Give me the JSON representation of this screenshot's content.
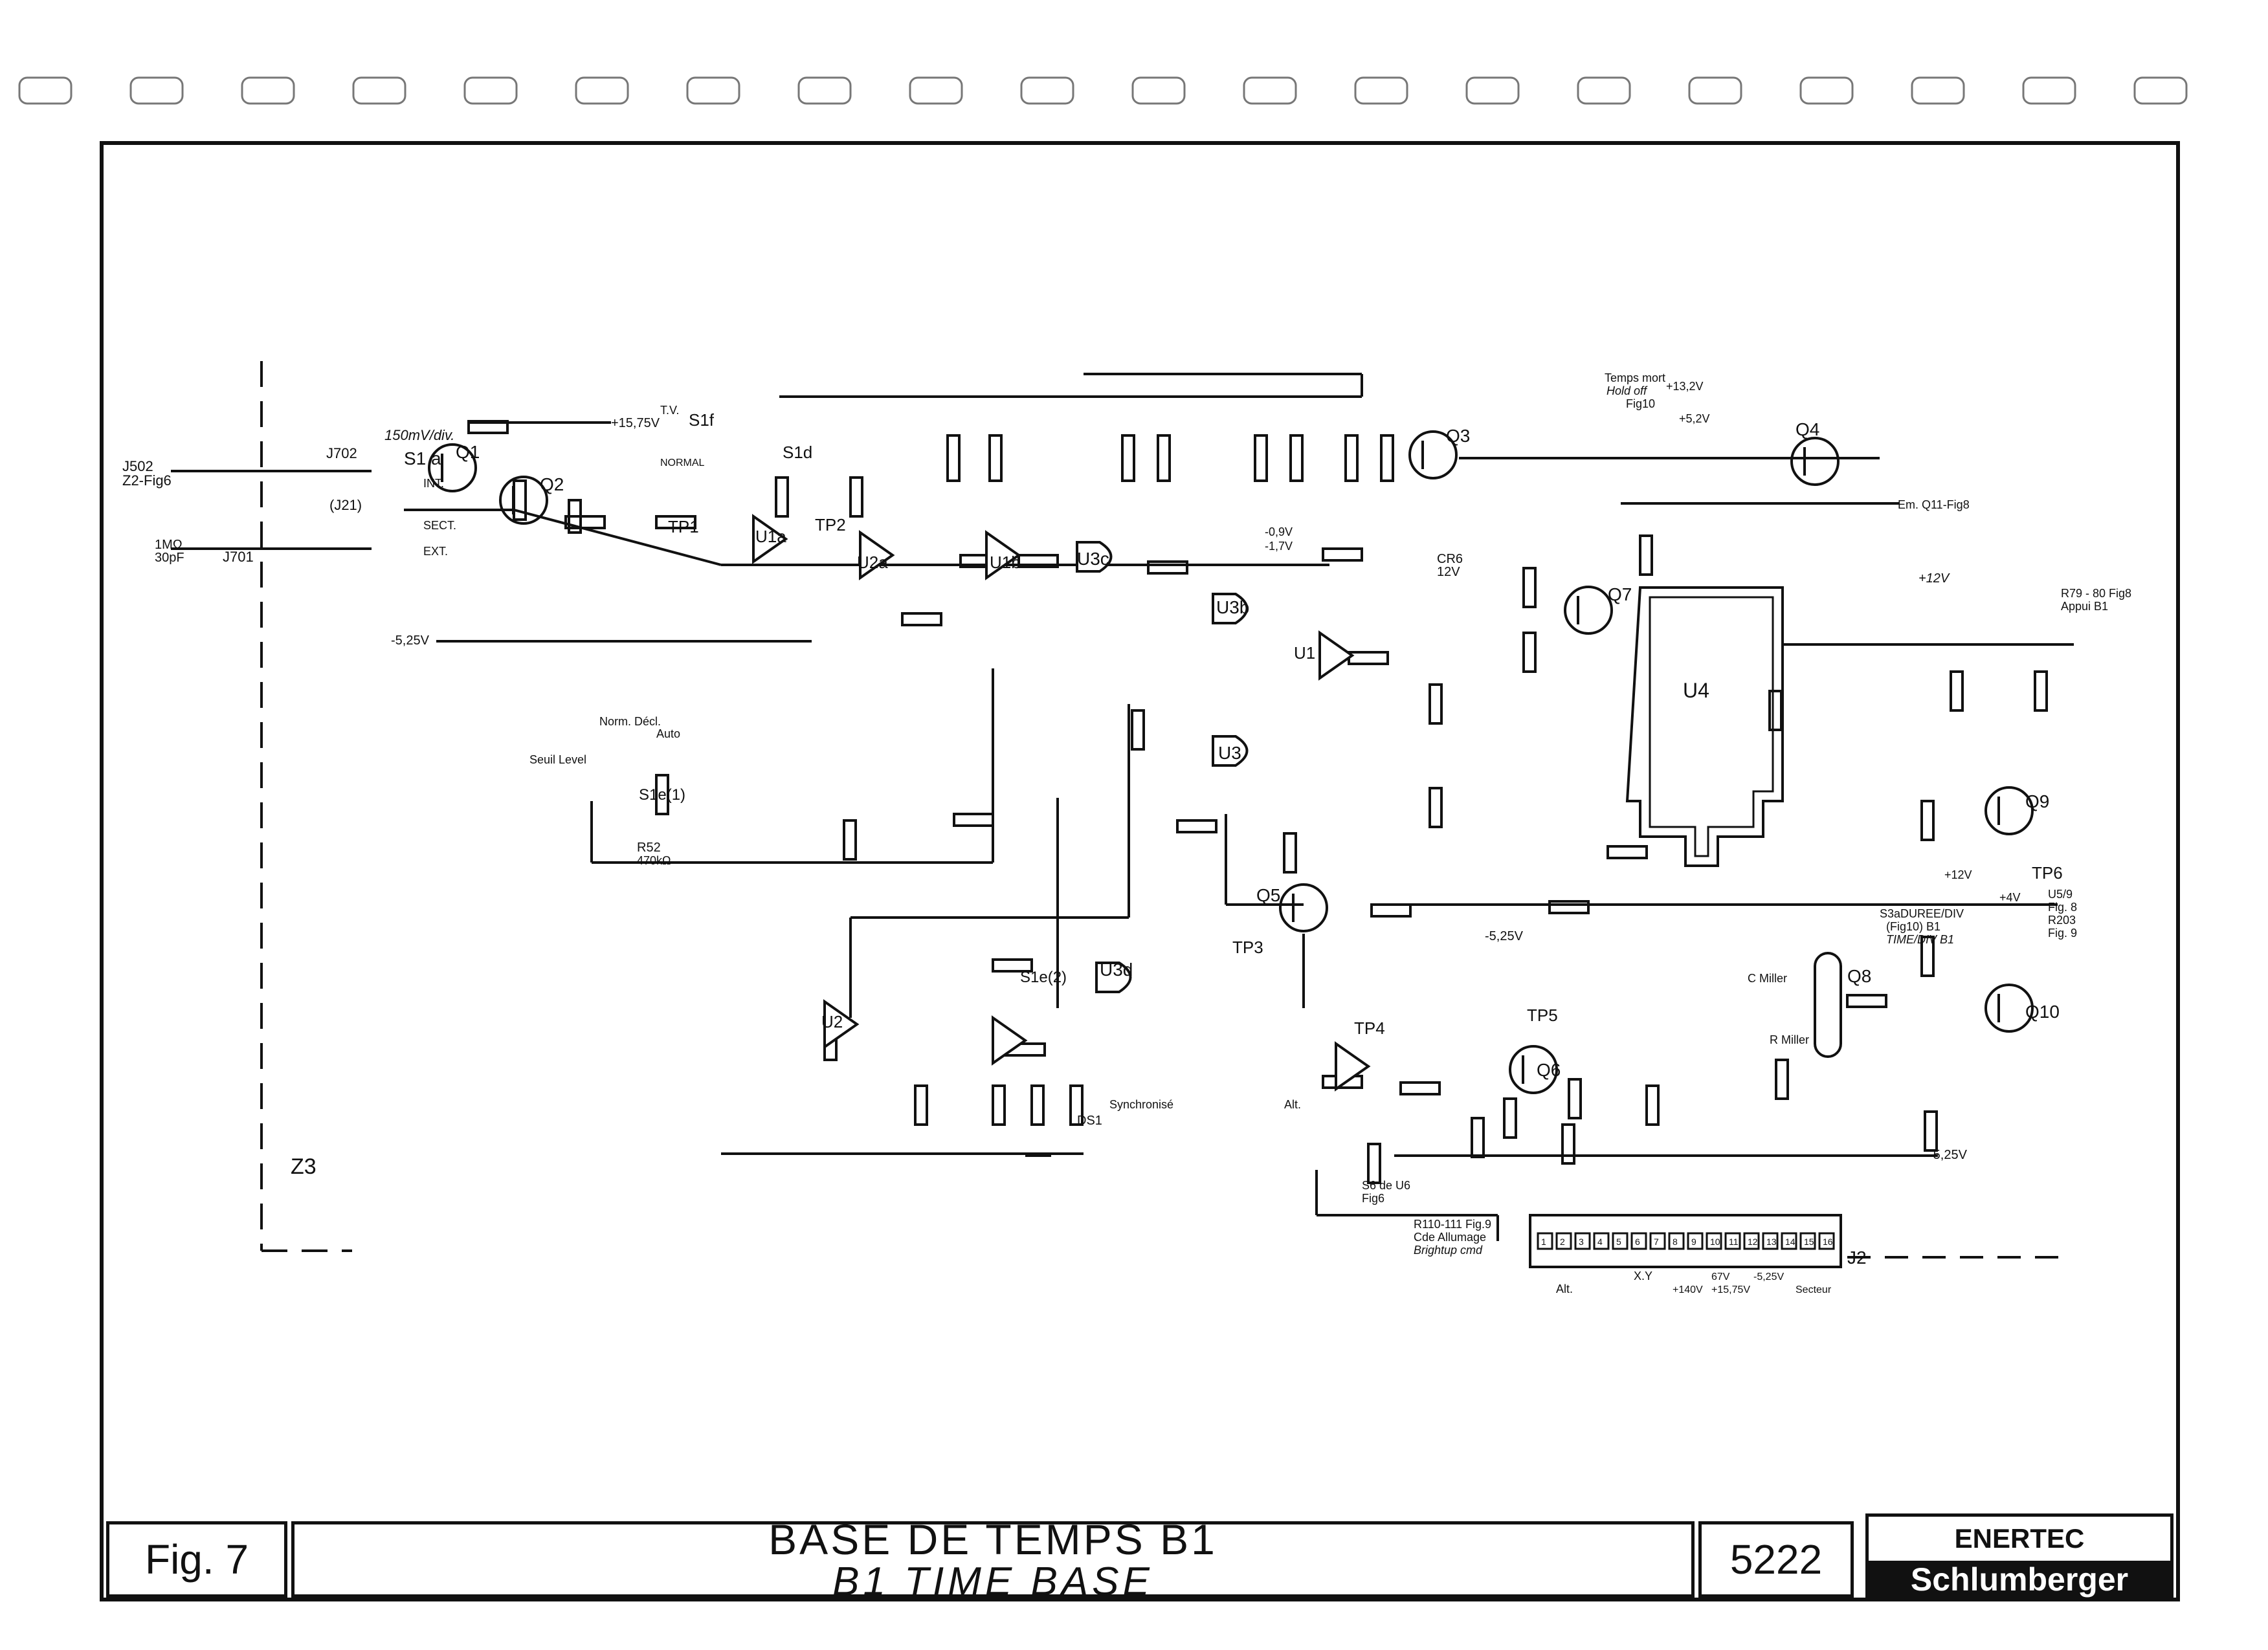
{
  "figure": {
    "label": "Fig. 7",
    "title_fr": "BASE DE TEMPS B1",
    "title_en": "B1 TIME BASE",
    "number": "5222",
    "brand_top": "ENERTEC",
    "brand_bottom": "Schlumberger",
    "zone": "Z3"
  },
  "labels": {
    "j502": "J502",
    "j502_ref": "Z2-Fig6",
    "j702": "J702",
    "j21": "(J21)",
    "j701": "J701",
    "in_imp": "1MΩ",
    "in_cap": "30pF",
    "sens": "150mV/div.",
    "s1a": "S1 a",
    "int": "INT.",
    "ext": "EXT.",
    "sect": "SECT.",
    "tv": "T.V.",
    "normal": "NORMAL",
    "s1f": "S1f",
    "s1d": "S1d",
    "q1": "Q1",
    "q2": "Q2",
    "q3": "Q3",
    "q4": "Q4",
    "q5": "Q5",
    "q6": "Q6",
    "q7": "Q7",
    "q8": "Q8",
    "q9": "Q9",
    "q10": "Q10",
    "u1a": "U1a",
    "u2a": "U2a",
    "u1b": "U1b",
    "u3c": "U3c",
    "u3b": "U3b",
    "u1": "U1",
    "u3": "U3",
    "u2": "U2",
    "u4": "U4",
    "u3d": "U3d",
    "tp1": "TP1",
    "tp2": "TP2",
    "tp3": "TP3",
    "tp4": "TP4",
    "tp5": "TP5",
    "tp6": "TP6",
    "v_p1575": "+15,75V",
    "v_m525": "-5,25V",
    "v_m525b": "-5,25V",
    "v_p12": "+12V",
    "cr6": "CR6",
    "cr6v": "12V",
    "seuil": "Seuil Level",
    "norm_decl": "Norm. Décl.",
    "auto": "Auto",
    "s1e1": "S1e(1)",
    "s1e2": "S1e(2)",
    "r52": "R52",
    "r52v": "470kΩ",
    "synchronized": "Synchronisé",
    "ds1": "DS1",
    "temps_mort": "Temps mort",
    "hold_off": "Hold off",
    "fig10": "Fig10",
    "v132": "+13,2V",
    "v52": "+5,2V",
    "em_q11": "Em. Q11-Fig8",
    "r79": "R79 - 80 Fig8",
    "appui": "Appui B1",
    "u5": "U5/9",
    "fig8": "Fig. 8",
    "r203": "R203",
    "fig9": "Fig. 9",
    "s3a": "S3aDUREE/DIV",
    "s3a2": "(Fig10) B1",
    "timediv": "TIME/DIV B1",
    "c_miller": "C Miller",
    "r_miller": "R Miller",
    "p4v": "+4V",
    "p12v": "+12V",
    "pulse1a": "-0,9V",
    "pulse1b": "-1,7V",
    "alt": "Alt.",
    "j2": "J2",
    "j2_pins": [
      "1",
      "2",
      "3",
      "4",
      "5",
      "6",
      "7",
      "8",
      "9",
      "10",
      "11",
      "12",
      "13",
      "14",
      "15",
      "16"
    ],
    "j2_alt": "Alt.",
    "j2_xy": "X.Y",
    "j2_140": "+140V",
    "j2_67": "67V",
    "j2_1575": "+15,75V",
    "j2_525": "-5,25V",
    "j2_sect": "Secteur",
    "s6": "S6 de U6",
    "fig6": "Fig6",
    "r110": "R110-111 Fig.9",
    "allumage": "Cde Allumage",
    "bright": "Brightup cmd"
  },
  "colors": {
    "ink": "#111111",
    "paper": "#ffffff"
  }
}
